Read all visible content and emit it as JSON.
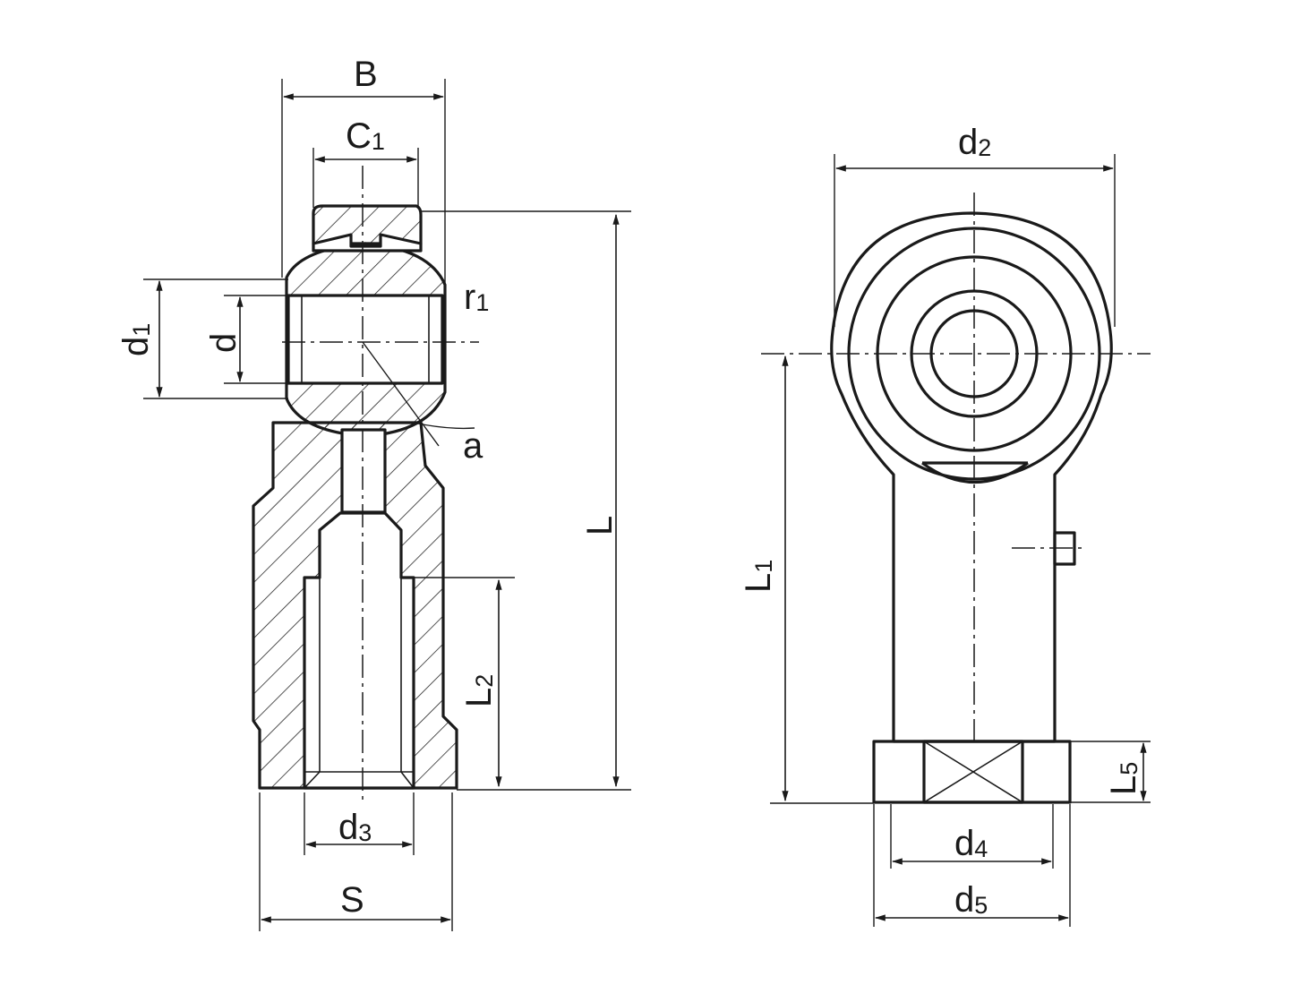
{
  "drawing": {
    "left_view": {
      "B": "B",
      "C": "C",
      "C_sub": "1",
      "r": "r",
      "r_sub": "1",
      "d1": "d",
      "d1_sub": "1",
      "d": "d",
      "a": "a",
      "L": "L",
      "L2": "L",
      "L2_sub": "2",
      "d3": "d",
      "d3_sub": "3",
      "S": "S"
    },
    "right_view": {
      "d2": "d",
      "d2_sub": "2",
      "L1": "L",
      "L1_sub": "1",
      "L5": "L",
      "L5_sub": "5",
      "d4": "d",
      "d4_sub": "4",
      "d5": "d",
      "d5_sub": "5"
    }
  }
}
